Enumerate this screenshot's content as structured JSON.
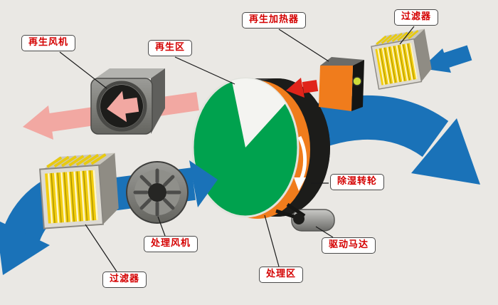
{
  "labels": {
    "regen_fan": "再生风机",
    "regen_zone": "再生区",
    "regen_heater": "再生加热器",
    "filter_top": "过滤器",
    "wheel": "除湿转轮",
    "motor": "驱动马达",
    "process_fan": "处理风机",
    "process_zone": "处理区",
    "filter_bottom": "过滤器"
  },
  "colors": {
    "background": "#eae8e4",
    "air_blue": "#1a72b8",
    "hot_red": "#e0241a",
    "moist_pink": "#f2a8a2",
    "wheel_green": "#00a24e",
    "accent_orange": "#f07c1c",
    "filter_yellow": "#f2cd0e",
    "label_text": "#d40000"
  },
  "icons": {
    "wheel_rotation": "rotation-arrow-icon",
    "airflow": "thick-arrow-icon"
  }
}
